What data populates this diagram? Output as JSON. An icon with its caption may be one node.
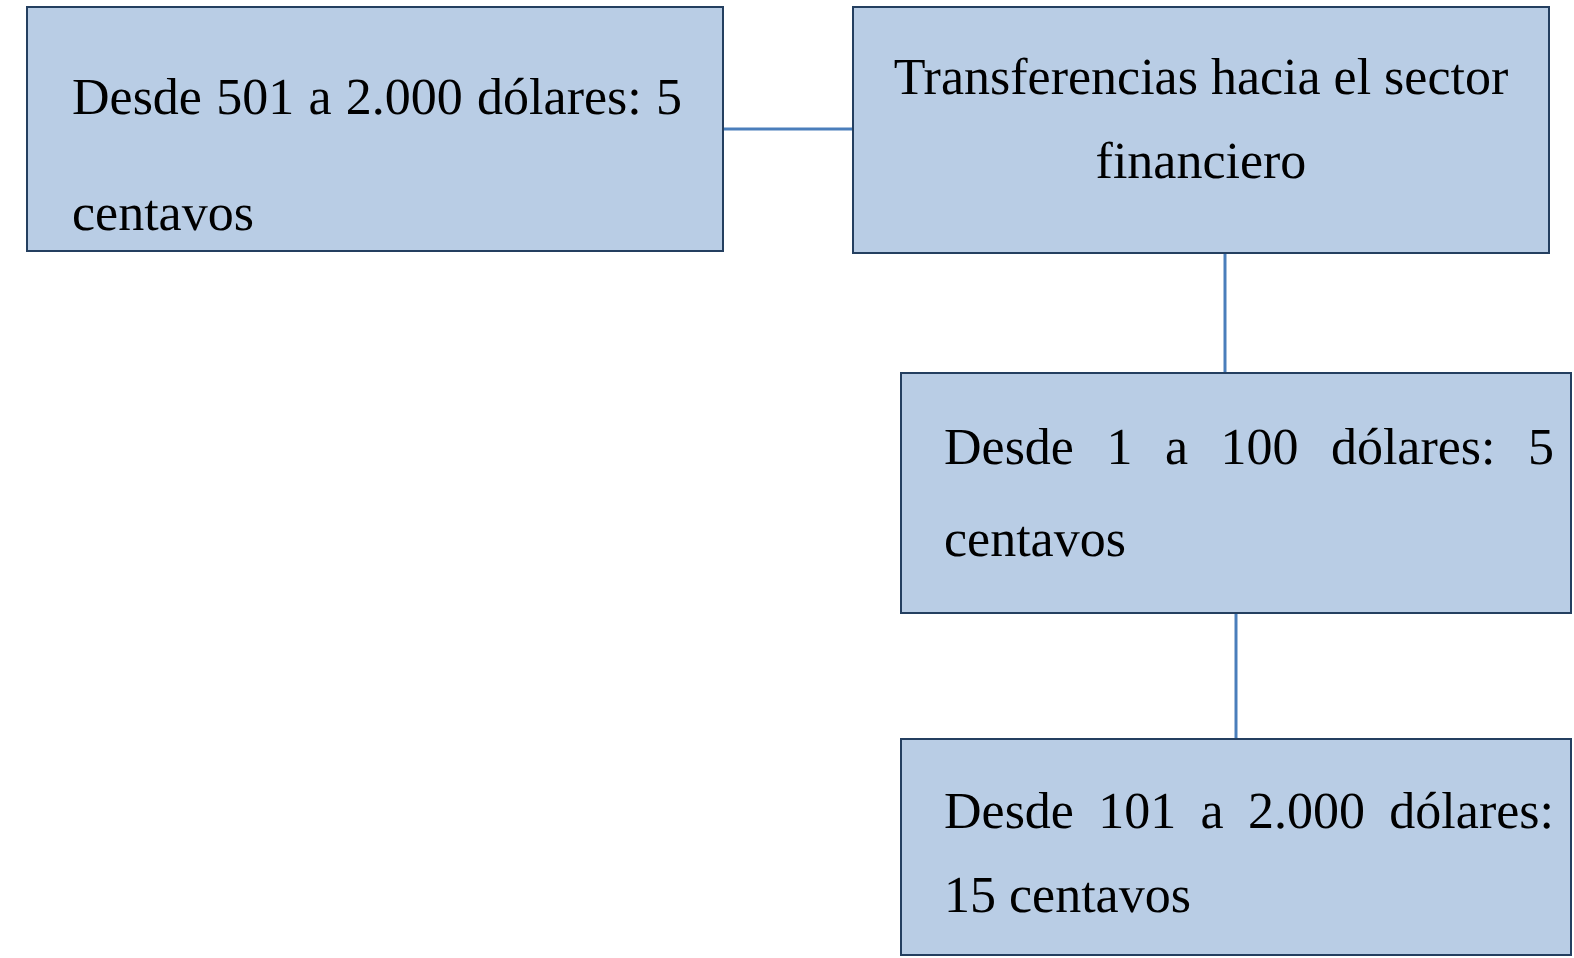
{
  "diagram": {
    "nodes": [
      {
        "text": [
          "Desde 501 a 2.000 dólares: 5 centavos"
        ]
      },
      {
        "text": [
          "Transferencias hacia el sector financiero"
        ]
      },
      {
        "text": [
          "Desde 1 a 100 dólares: 5 centavos"
        ]
      },
      {
        "text": [
          "Desde 101 a 2.000 dólares: 15 centavos"
        ]
      }
    ],
    "edges": [
      {
        "from": 0,
        "to": 1,
        "arrow": "none"
      },
      {
        "from": 1,
        "to": 2,
        "arrow": "none"
      },
      {
        "from": 2,
        "to": 3,
        "arrow": "none"
      }
    ]
  }
}
